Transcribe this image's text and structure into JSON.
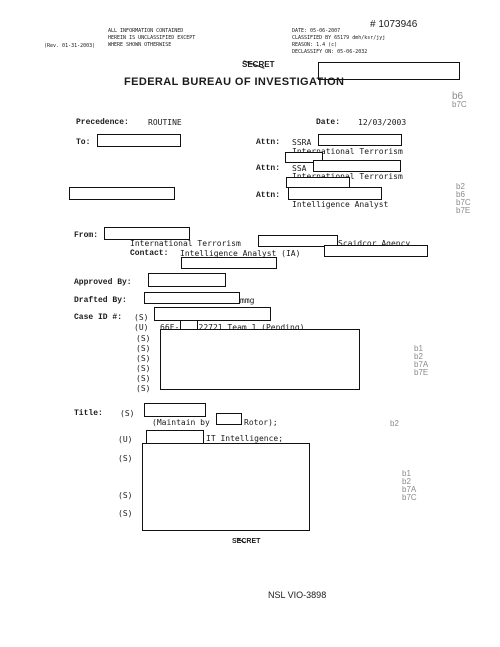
{
  "header": {
    "declass_line1": "ALL INFORMATION CONTAINED",
    "declass_line2": "HEREIN IS UNCLASSIFIED EXCEPT",
    "declass_line3": "WHERE SHOWN OTHERWISE",
    "form_no": "(Rev. 01-31-2003)",
    "doc_number": "# 1073946",
    "date_line": "DATE: 05-06-2007",
    "classified_by": "CLASSIFIED BY 65179 dmh/ksr/jyj",
    "reason": "REASON: 1.4 (c)",
    "declassify_on": "DECLASSIFY ON: 05-06-2032",
    "classification": "SECRET",
    "agency": "FEDERAL BUREAU OF INVESTIGATION"
  },
  "form": {
    "precedence_label": "Precedence:",
    "precedence_value": "ROUTINE",
    "date_label": "Date:",
    "date_value": "12/03/2003",
    "to_label": "To:",
    "attn_label": "Attn:",
    "attn1_prefix": "SSRA",
    "attn1_line2": "International Terrorism",
    "attn2_prefix": "SSA",
    "attn2_line2": "International Terrorism",
    "attn3_line2": "Intelligence Analyst",
    "from_label": "From:",
    "from_line1a": "International Terrorism",
    "from_line1b": "Scaidcor Agency",
    "contact_label": "Contact:",
    "contact_value": "Intelligence Analyst (IA)",
    "approved_label": "Approved By:",
    "drafted_label": "Drafted By:",
    "drafted_suffix": "mmg",
    "caseid_label": "Case ID #:",
    "case_s": "(S)",
    "case_u": "(U)",
    "case_u_value": "66F-      -C122721  Team 1 (Pending)",
    "title_label": "Title:",
    "title_s": "(S)",
    "title_line2a": "(Maintain by",
    "title_line2b": "Rotor);",
    "title_u": "(U)",
    "title_line3": "IT Intelligence;",
    "s_mark": "(S)"
  },
  "margins": {
    "top_right": [
      "b6",
      "b7C"
    ],
    "mid_right": [
      "b2",
      "b6",
      "b7C",
      "b7E"
    ],
    "case_right": [
      "b1",
      "b2",
      "b7A",
      "b7E"
    ],
    "title_right": "b2",
    "lower_right": [
      "b1",
      "b2",
      "b7A",
      "b7C"
    ]
  },
  "footer": {
    "classification": "SECRET",
    "page_id": "NSL VIO-3898"
  }
}
